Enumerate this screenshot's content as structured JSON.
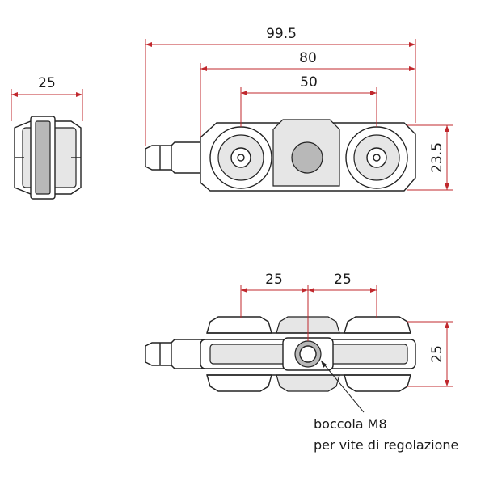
{
  "dimensions": {
    "side_width": "25",
    "overall_length": "99.5",
    "body_length": "80",
    "wheel_spacing": "50",
    "height": "23.5",
    "bottom_spacing_left": "25",
    "bottom_spacing_right": "25",
    "bottom_width": "25"
  },
  "note": {
    "line1": "boccola M8",
    "line2": "per vite di regolazione"
  },
  "colors": {
    "dimension_line": "#c0282d",
    "outline": "#222222"
  }
}
